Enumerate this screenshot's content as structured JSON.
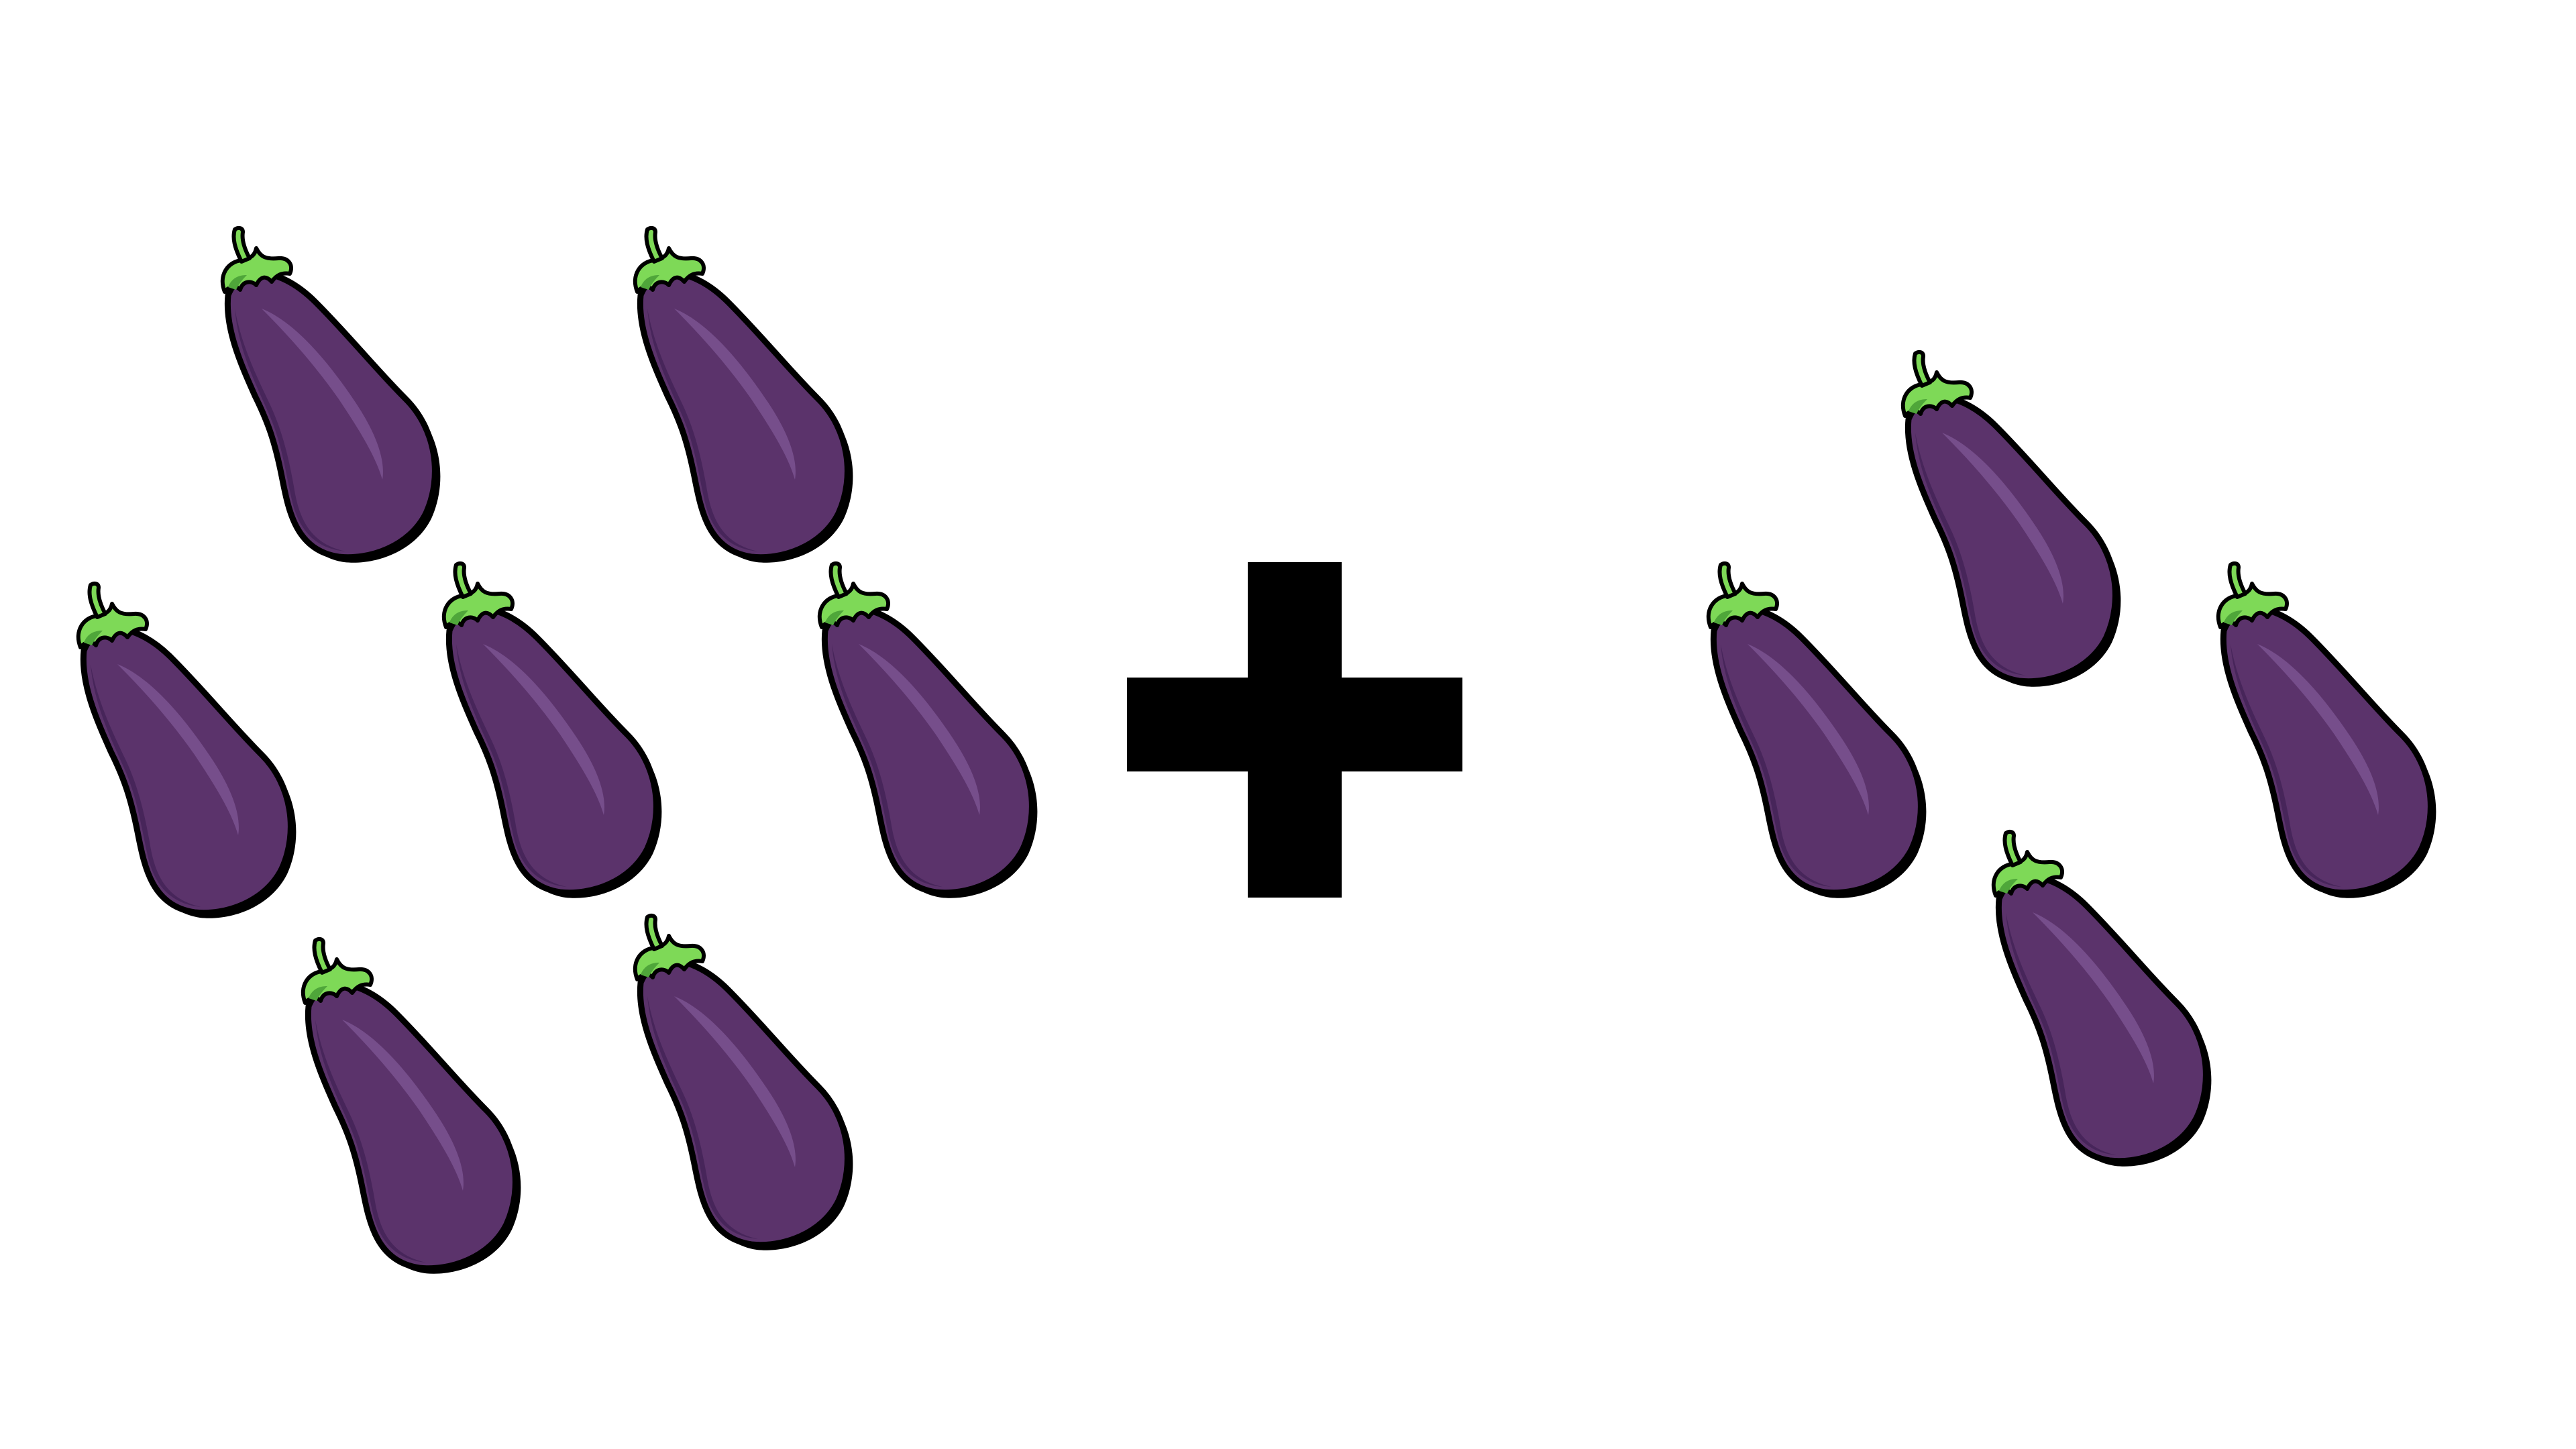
{
  "equation": {
    "left_group": {
      "item": "eggplant",
      "count": 7
    },
    "operator": "+",
    "right_group": {
      "item": "eggplant",
      "count": 4
    }
  },
  "icons": {
    "item_icon": "eggplant-icon",
    "operator_icon": "plus-icon"
  },
  "colors": {
    "background": "#ffffff",
    "eggplant_body": "#5b336b",
    "eggplant_shadow": "#47255a",
    "eggplant_highlight": "#7b5490",
    "eggplant_outline": "#000000",
    "stem": "#7ed957",
    "stem_dark": "#4fa63a",
    "plus": "#000000"
  }
}
